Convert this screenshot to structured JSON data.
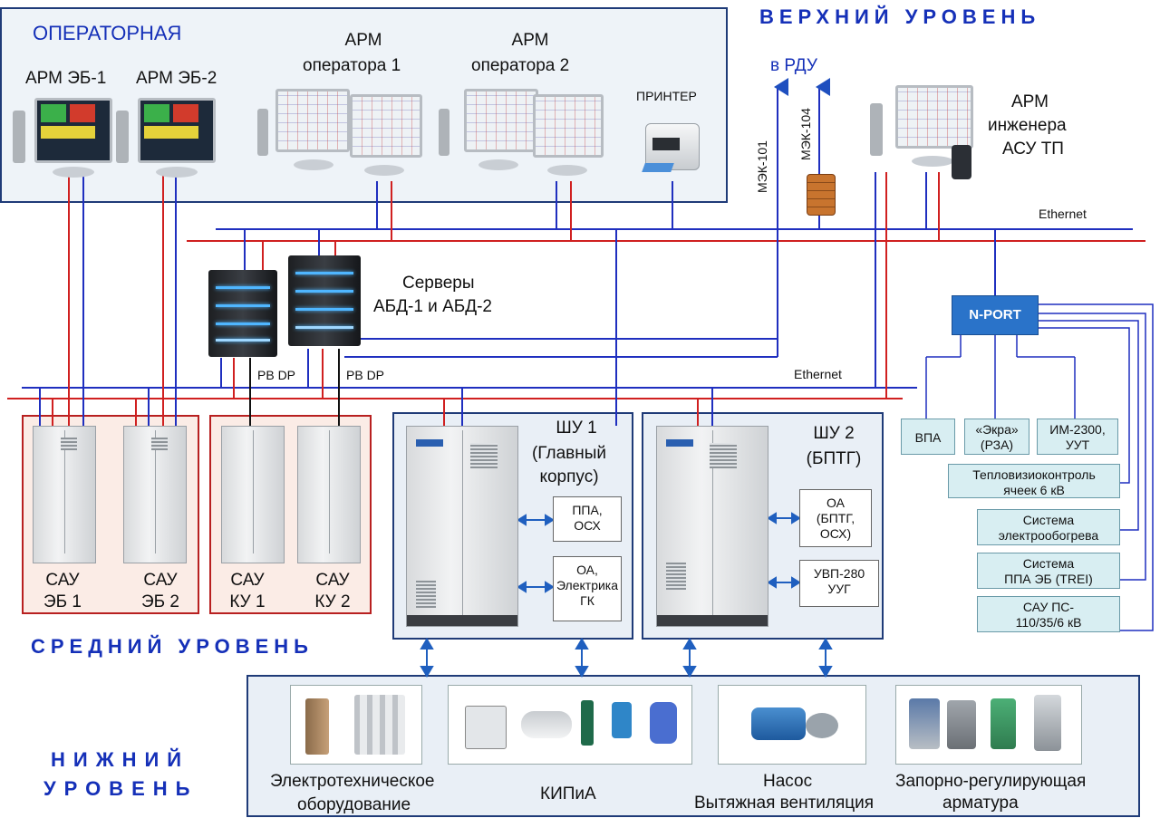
{
  "levels": {
    "upper": "ВЕРХНИЙ УРОВЕНЬ",
    "middle": "СРЕДНИЙ УРОВЕНЬ",
    "lower_line1": "НИЖНИЙ",
    "lower_line2": "УРОВЕНЬ"
  },
  "operator_room": {
    "title": "ОПЕРАТОРНАЯ",
    "arm_eb1": "АРМ ЭБ-1",
    "arm_eb2": "АРМ ЭБ-2",
    "arm_op1_line1": "АРМ",
    "arm_op1_line2": "оператора 1",
    "arm_op2_line1": "АРМ",
    "arm_op2_line2": "оператора 2",
    "printer": "ПРИНТЕР"
  },
  "rdu": {
    "label": "в РДУ",
    "iec101": "МЭК-101",
    "iec104": "МЭК-104"
  },
  "engineer": {
    "line1": "АРМ",
    "line2": "инженера",
    "line3": "АСУ ТП"
  },
  "network": {
    "ethernet_top": "Ethernet",
    "ethernet_mid": "Ethernet",
    "pbdp1": "PB DP",
    "pbdp2": "PB DP",
    "nport": "N-PORT"
  },
  "servers": {
    "line1": "Серверы",
    "line2": "АБД-1 и АБД-2"
  },
  "cabinets": {
    "sau_eb1_line1": "САУ",
    "sau_eb1_line2": "ЭБ 1",
    "sau_eb2_line1": "САУ",
    "sau_eb2_line2": "ЭБ 2",
    "sau_ku1_line1": "САУ",
    "sau_ku1_line2": "КУ 1",
    "sau_ku2_line1": "САУ",
    "sau_ku2_line2": "КУ 2"
  },
  "shu1": {
    "line1": "ШУ 1",
    "line2": "(Главный",
    "line3": "корпус)",
    "box1_line1": "ППА,",
    "box1_line2": "ОСХ",
    "box2_line1": "ОА,",
    "box2_line2": "Электрика",
    "box2_line3": "ГК"
  },
  "shu2": {
    "line1": "ШУ 2",
    "line2": "(БПТГ)",
    "box1_line1": "ОА",
    "box1_line2": "(БПТГ,",
    "box1_line3": "ОСХ)",
    "box2_line1": "УВП-280",
    "box2_line2": "УУГ"
  },
  "right_blocks": {
    "vpa": "ВПА",
    "ekra_line1": "«Экра»",
    "ekra_line2": "(РЗА)",
    "im_line1": "ИМ-2300,",
    "im_line2": "УУТ",
    "thermo_line1": "Тепловизиоконтроль",
    "thermo_line2": "ячеек 6 кВ",
    "heat_line1": "Система",
    "heat_line2": "электрообогрева",
    "ppa_line1": "Система",
    "ppa_line2": "ППА ЭБ (TREI)",
    "saups_line1": "САУ ПС-",
    "saups_line2": "110/35/6 кВ"
  },
  "lower": {
    "electro_line1": "Электротехническое",
    "electro_line2": "оборудование",
    "kip": "КИПиА",
    "pump_line1": "Насос",
    "pump_line2": "Вытяжная вентиляция",
    "valves_line1": "Запорно-регулирующая",
    "valves_line2": "арматура"
  },
  "colors": {
    "blue_bus": "#1f2fbf",
    "red_bus": "#d02020",
    "level_text": "#1530b8",
    "nport": "#2a73c9",
    "block_fill": "#d8eef2"
  }
}
